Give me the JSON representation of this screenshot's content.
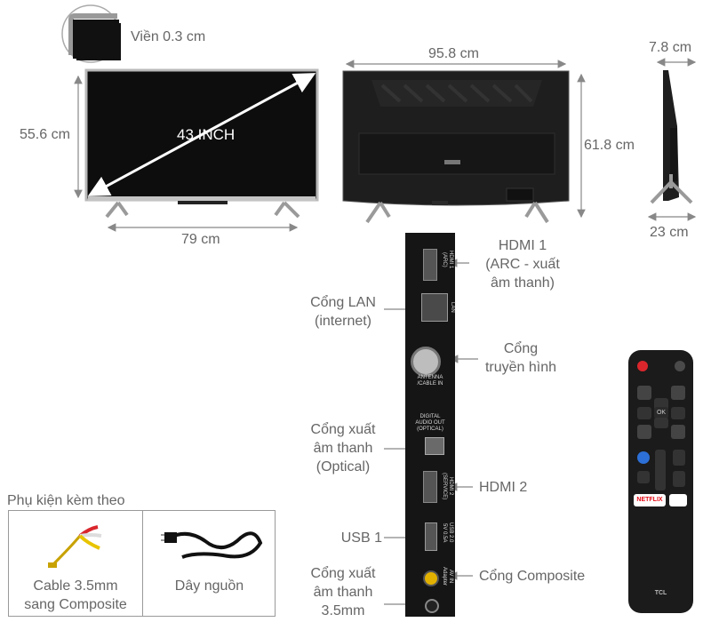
{
  "front": {
    "bezel_label": "Viền 0.3 cm",
    "height_label": "55.6 cm",
    "diagonal_label": "43 INCH",
    "stand_width_label": "79 cm"
  },
  "back": {
    "width_label": "95.8 cm",
    "height_label": "61.8 cm"
  },
  "side": {
    "depth_label": "7.8 cm",
    "stand_depth_label": "23 cm"
  },
  "ports": {
    "hdmi1": {
      "label": "HDMI 1\n(ARC - xuất\nâm thanh)",
      "print": "HDMI 1\n(ARC)"
    },
    "lan": {
      "label": "Cổng LAN\n(internet)",
      "print": "LAN"
    },
    "antenna": {
      "label": "Cổng\ntruyền hình",
      "print": "ANTENNA\n/CABLE IN"
    },
    "optical": {
      "label": "Cổng xuất\nâm thanh\n(Optical)",
      "print": "DIGITAL\nAUDIO OUT\n(OPTICAL)"
    },
    "hdmi2": {
      "label": "HDMI 2",
      "print": "HDMI 2\n(SERVICE)"
    },
    "usb": {
      "label": "USB 1",
      "print": "USB 2.0\n5V 0.5A"
    },
    "composite": {
      "label": "Cổng Composite",
      "print": "AV IN\nAdapter"
    },
    "audio35": {
      "label": "Cổng xuất\nâm thanh\n3.5mm"
    }
  },
  "accessories": {
    "title": "Phụ kiện kèm theo",
    "items": [
      {
        "label": "Cable 3.5mm\nsang Composite",
        "icon": "av-cable-icon"
      },
      {
        "label": "Dây nguồn",
        "icon": "power-cord-icon"
      }
    ]
  },
  "remote": {
    "brand": "TCL",
    "netflix_label": "NETFLIX",
    "ok_label": "OK",
    "colors": {
      "power": "#d9262c",
      "netflix": "#e50914",
      "body": "#1b1b1b",
      "button": "#3a3a3a"
    }
  }
}
